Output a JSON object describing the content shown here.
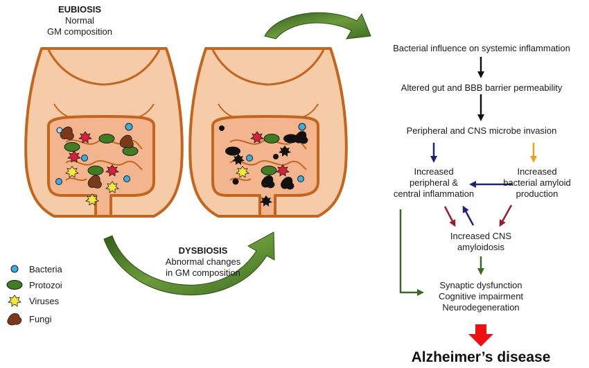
{
  "states": {
    "eubiosis": {
      "title": "EUBIOSIS",
      "lines": [
        "Normal",
        "GM composition"
      ]
    },
    "dysbiosis": {
      "title": "DYSBIOSIS",
      "lines": [
        "Abnormal changes",
        "in GM composition"
      ]
    }
  },
  "legend": [
    {
      "label": "Bacteria",
      "icon": "bacteria-icon",
      "color": "#3aaee0"
    },
    {
      "label": "Protozoi",
      "icon": "protozoi-icon",
      "color": "#3f7d21"
    },
    {
      "label": "Viruses",
      "icon": "virus-icon",
      "color": "#f2e93b"
    },
    {
      "label": "Fungi",
      "icon": "fungi-icon",
      "color": "#7a3a1a"
    }
  ],
  "flow": {
    "step1": "Bacterial influence on systemic inflammation",
    "step2": "Altered gut and BBB barrier permeability",
    "step3": "Peripheral and CNS microbe invasion",
    "inflammation": [
      "Increased",
      "peripheral &",
      "central inflammation"
    ],
    "amyloid_production": [
      "Increased",
      "bacterial amyloid",
      "production"
    ],
    "cns_amyloidosis": [
      "Increased CNS",
      "amyloidosis"
    ],
    "outcomes": [
      "Synaptic dysfunction",
      "Cognitive impairment",
      "Neurodegeneration"
    ],
    "final": "Alzheimer’s disease"
  },
  "colors": {
    "skin": "#f5cba8",
    "outline": "#c4651e",
    "intestine": "#f2b58e",
    "green_arrow": "#4d7d2b",
    "black_arrow": "#111111",
    "navy_arrow": "#1f2378",
    "orange_arrow": "#f0a020",
    "crimson_arrow": "#9a1a2e",
    "red_arrow": "#ee1111"
  }
}
